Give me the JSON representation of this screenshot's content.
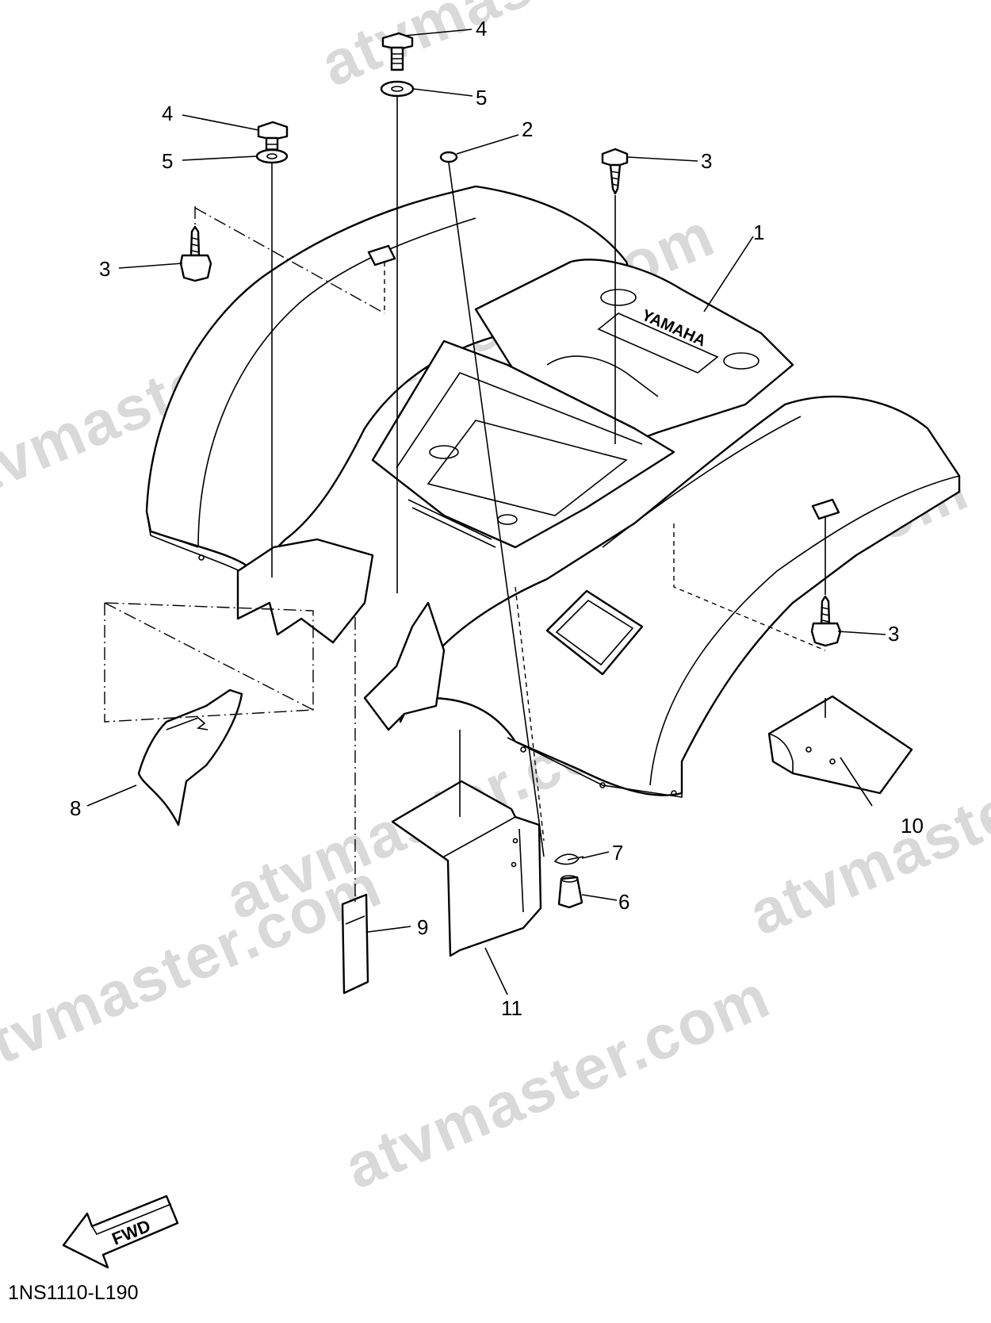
{
  "watermark": {
    "text_a": "atvmaster.com",
    "text_b": "atvmaster.com",
    "text_c": "atvmaster.com",
    "text_d": "atvmaster.com",
    "text_e": "atvmaster.com",
    "text_f": "atvmaster.com",
    "text_g": "atvmaster.com",
    "text_h": "atvmaster.com"
  },
  "fender_logo": "YAMAHA",
  "fwd_label": "FWD",
  "diagram_code": "1NS1110-L190",
  "callouts": {
    "n1": "1",
    "n2": "2",
    "n3_top": "3",
    "n3_left": "3",
    "n3_right": "3",
    "n4_top": "4",
    "n4_left": "4",
    "n5_top": "5",
    "n5_left": "5",
    "n6": "6",
    "n7": "7",
    "n8": "8",
    "n9": "9",
    "n10": "10",
    "n11": "11"
  }
}
